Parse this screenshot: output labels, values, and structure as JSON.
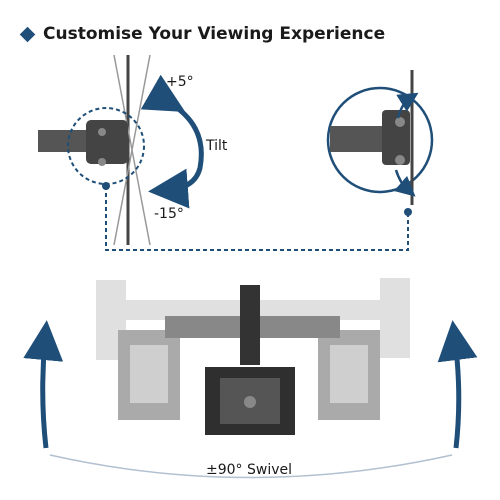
{
  "title": "Customise Your Viewing Experience",
  "tilt": {
    "up": "+5°",
    "label": "Tilt",
    "down": "-15°"
  },
  "swivel": {
    "label": "±90° Swivel"
  },
  "colors": {
    "accent": "#1f4e79",
    "mount_dark": "#4a4a4a",
    "mount_light": "#c8c8c8"
  },
  "icons": [
    "diamond-bullet-icon",
    "curved-arrow-icon"
  ]
}
